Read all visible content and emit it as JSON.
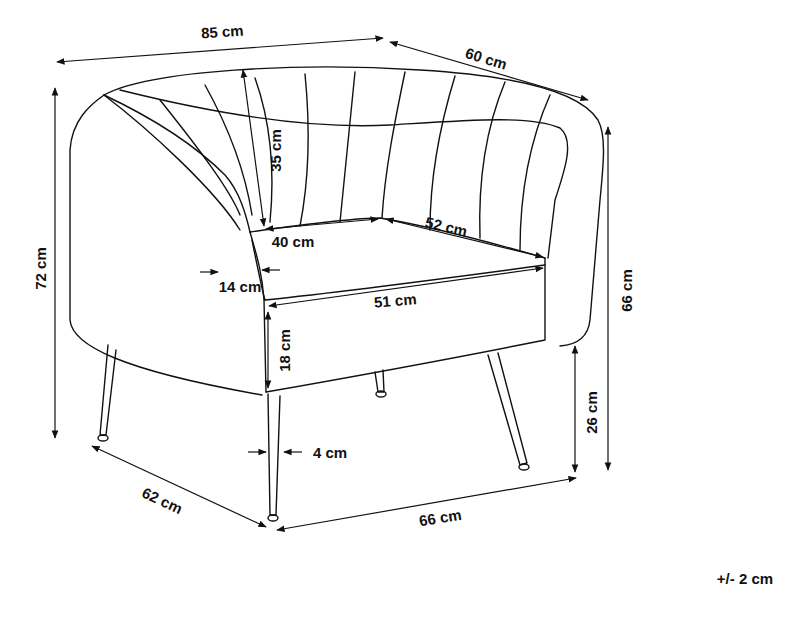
{
  "diagram": {
    "labels": [
      "85 cm",
      "60 cm",
      "72 cm",
      "35 cm",
      "40 cm",
      "52 cm",
      "14 cm",
      "51 cm",
      "66 cm",
      "18 cm",
      "26 cm",
      "4 cm",
      "62 cm",
      "66 cm",
      "+/- 2 cm"
    ]
  }
}
